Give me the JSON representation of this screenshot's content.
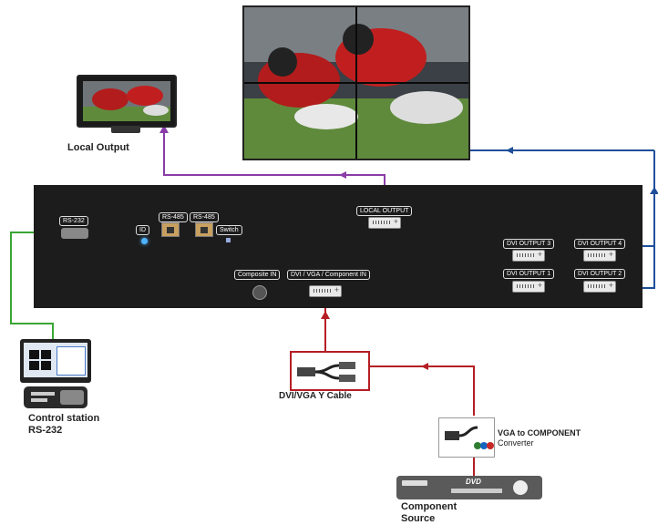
{
  "captions": {
    "local_output": "Local Output",
    "control_station": [
      "Control station",
      "RS-232"
    ],
    "dvi_vga_cable": "DVI/VGA Y Cable",
    "vga_converter": [
      "VGA to COMPONENT",
      "Converter"
    ],
    "component_source": [
      "Component",
      "Source"
    ]
  },
  "panel": {
    "rs232": "RS-232",
    "rs485_a": "RS-485",
    "rs485_b": "RS-485",
    "id": "ID",
    "switch": "Switch",
    "local_output": "LOCAL OUTPUT",
    "composite_in": "Composite IN",
    "dvi_vga_component_in": "DVI / VGA / Component IN",
    "dvi_output_1": "DVI OUTPUT 1",
    "dvi_output_2": "DVI OUTPUT 2",
    "dvi_output_3": "DVI OUTPUT 3",
    "dvi_output_4": "DVI OUTPUT 4"
  },
  "dvd_logo": "DVD",
  "colors": {
    "panel": "#1c1c1c",
    "rs232_line": "#3aa635",
    "local_line": "#8a3da8",
    "input_line": "#b51e23",
    "output_line": "#1f4f9a"
  },
  "icons": [
    "videowall-image",
    "monitor-icon",
    "computer-icon",
    "cable-icon",
    "converter-icon",
    "dvd-player-icon"
  ]
}
